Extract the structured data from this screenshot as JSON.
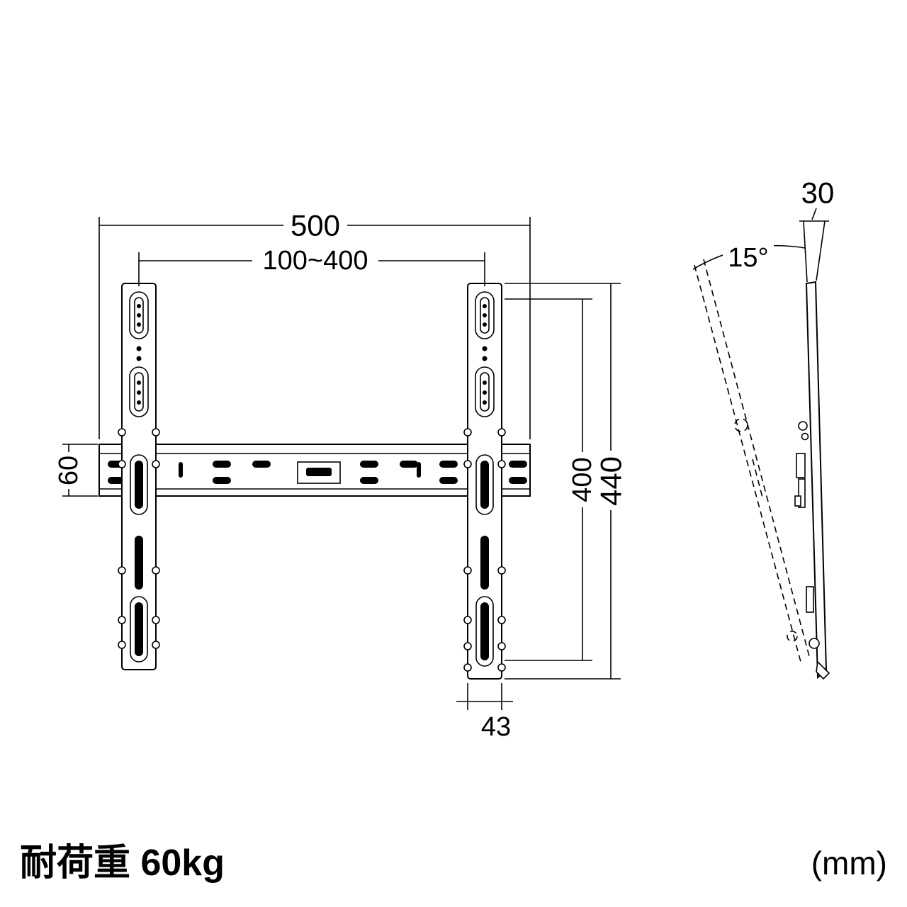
{
  "colors": {
    "accent": "#00AEEF",
    "line": "#000000"
  },
  "labels": {
    "width_outer": "500",
    "width_inner": "100~400",
    "plate_height": "60",
    "height_inner": "400",
    "height_outer": "440",
    "bracket_width": "43",
    "thickness": "30",
    "tilt_angle": "15°",
    "load_capacity": "耐荷重 60kg",
    "unit": "(mm)"
  }
}
